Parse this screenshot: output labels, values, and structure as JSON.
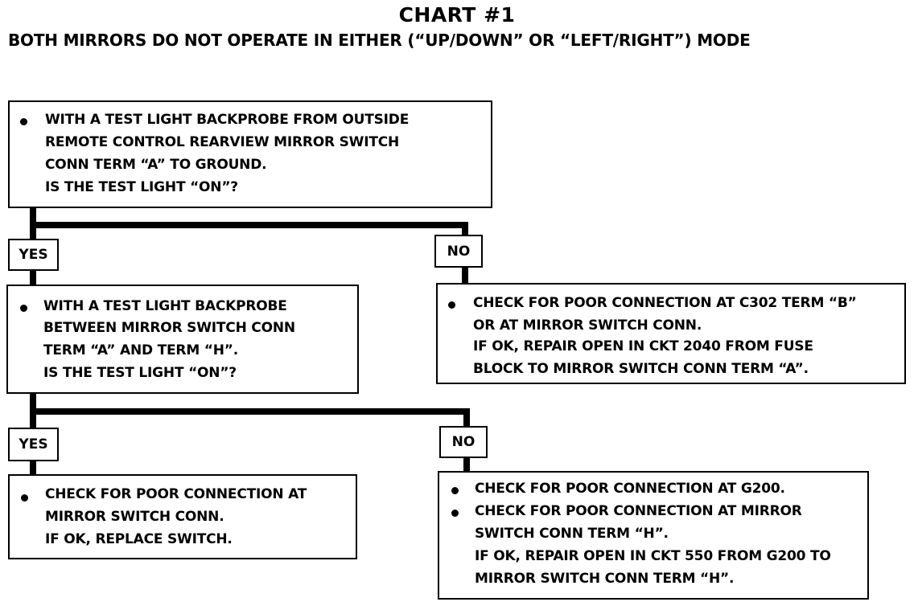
{
  "title": "CHART #1",
  "subtitle": "BOTH MIRRORS DO NOT OPERATE IN EITHER (“UP/DOWN” OR “LEFT/RIGHT”) MODE",
  "step1": {
    "lines": [
      "WITH A TEST LIGHT BACKPROBE FROM OUTSIDE",
      "REMOTE CONTROL REARVIEW MIRROR SWITCH",
      "CONN TERM “A” TO GROUND.",
      "IS THE TEST LIGHT “ON”?"
    ]
  },
  "yes1": "YES",
  "no1": "NO",
  "step1_no": {
    "lines": [
      "CHECK FOR POOR CONNECTION AT C302 TERM “B”",
      "OR AT MIRROR SWITCH CONN.",
      "IF OK, REPAIR OPEN IN CKT 2040 FROM FUSE",
      "BLOCK TO MIRROR SWITCH CONN TERM “A”."
    ]
  },
  "step2": {
    "lines": [
      "WITH A TEST LIGHT BACKPROBE",
      "BETWEEN MIRROR SWITCH CONN",
      "TERM “A” AND TERM “H”.",
      "IS THE TEST LIGHT “ON”?"
    ]
  },
  "yes2": "YES",
  "no2": "NO",
  "step2_yes": {
    "lines": [
      "CHECK FOR POOR CONNECTION AT",
      "MIRROR SWITCH CONN.",
      "IF OK, REPLACE SWITCH."
    ]
  },
  "step2_no": {
    "lines": [
      "CHECK FOR POOR CONNECTION AT G200.",
      "CHECK FOR POOR CONNECTION AT MIRROR",
      "SWITCH CONN TERM “H”.",
      "IF OK, REPAIR OPEN IN CKT 550 FROM G200 TO",
      "MIRROR SWITCH CONN TERM “H”."
    ]
  }
}
